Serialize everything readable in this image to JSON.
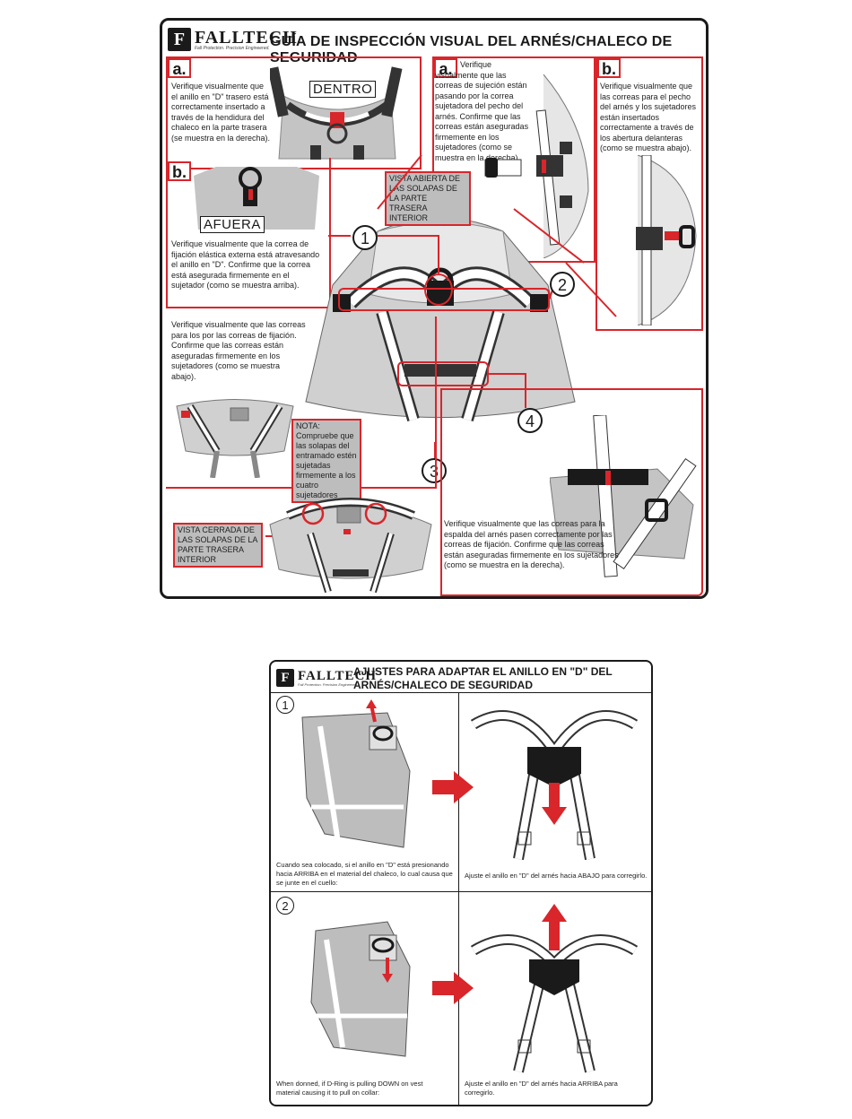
{
  "logo": {
    "name": "FALLTECH",
    "tagline": "Fall Protection. Precision Engineered."
  },
  "panel1": {
    "title": "GUÍA DE INSPECCIÓN VISUAL DEL ARNÉS/CHALECO DE SEGURIDAD",
    "a_left": {
      "letter": "a.",
      "label": "DENTRO",
      "text": "Verifique visualmente que el anillo en \"D\" trasero está correctamente insertado a través de la hendidura del chaleco en la parte trasera (se muestra en la derecha)."
    },
    "b_left": {
      "letter": "b.",
      "label": "AFUERA",
      "text": "Verifique visualmente que la correa de fijación elástica externa está atravesando el anillo en \"D\". Confirme que la correa está asegurada firmemente en el sujetador (como se muestra arriba)."
    },
    "a_right": {
      "letter": "a.",
      "text": "Verifique visualmente que las correas de sujeción están pasando por la correa sujetadora del pecho del arnés. Confirme que las correas están aseguradas firmemente en los sujetadores (como se muestra en la derecha)."
    },
    "b_right": {
      "letter": "b.",
      "text": "Verifique visualmente que las correas para el pecho del arnés y los sujetadores están insertados correctamente a través de los abertura delanteras (como se muestra abajo)."
    },
    "open_view": "VISTA ABIERTA DE LAS SOLAPAS DE LA PARTE TRASERA INTERIOR",
    "closed_view": "VISTA CERRADA DE LAS SOLAPAS DE LA PARTE TRASERA INTERIOR",
    "straps_text": "Verifique visualmente que las correas para los por las correas de fijación. Confirme que las correas están aseguradas firmemente en los sujetadores (como se muestra abajo).",
    "note": "NOTA: Compruebe que las solapas del entramado estén sujetadas firmemente a los cuatro sujetadores",
    "back_text": "Verifique visualmente que las correas para la espalda del arnés pasen correctamente por las correas de fijación. Confirme que las correas están aseguradas firmemente en los sujetadores (como se muestra en la derecha).",
    "numbers": [
      "1",
      "2",
      "3",
      "4"
    ]
  },
  "panel2": {
    "title": "AJUSTES PARA ADAPTAR EL ANILLO EN \"D\" DEL ARNÉS/CHALECO DE SEGURIDAD",
    "step1": {
      "num": "1",
      "left_text": "Cuando sea colocado, si el anillo en \"D\" está presionando hacia ARRIBA en el material del chaleco, lo cual causa que se junte en el cuello:",
      "right_text": "Ajuste el anillo en \"D\" del arnés hacia ABAJO para corregirlo."
    },
    "step2": {
      "num": "2",
      "left_text": "When donned, if D-Ring is pulling DOWN on vest material causing it to pull on collar:",
      "right_text": "Ajuste el anillo en \"D\" del arnés hacia ARRIBA para corregirlo."
    }
  },
  "colors": {
    "accent_red": "#d8262b",
    "vest_gray": "#bdbdbd",
    "strap_dark": "#1a1a1a"
  }
}
